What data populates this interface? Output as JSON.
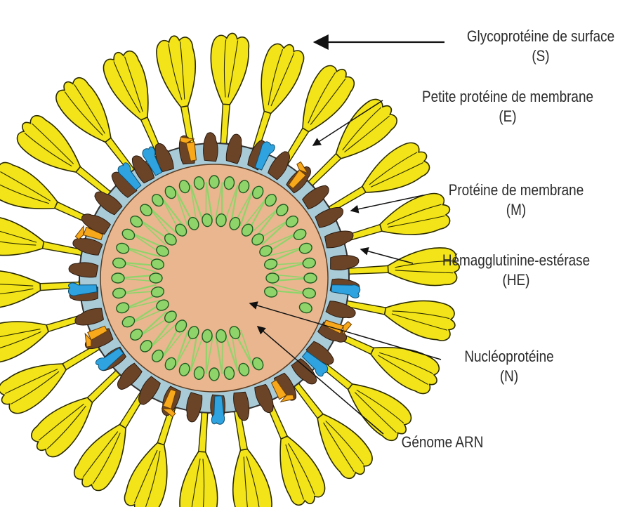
{
  "labels": {
    "spike": {
      "name": "Glycoprotéine de surface",
      "abbr": "(S)"
    },
    "envelope": {
      "name": "Petite protéine de membrane",
      "abbr": "(E)"
    },
    "membrane": {
      "name": "Protéine de membrane",
      "abbr": "(M)"
    },
    "he": {
      "name": "Hémagglutinine-estérase",
      "abbr": "(HE)"
    },
    "nucleo": {
      "name": "Nucléoprotéine",
      "abbr": "(N)"
    },
    "genome": {
      "name": "Génome ARN"
    }
  },
  "colors": {
    "spike": "#f2e418",
    "spike_outline": "#2a2a00",
    "membrane_layer": "#a9cbd7",
    "m_protein": "#6b4428",
    "e_protein": "#f7a81b",
    "he_protein": "#2ea3e0",
    "core": "#e9b68f",
    "nucleoprotein": "#8fd46a",
    "nucleo_outline": "#1f5a1f",
    "text": "#2b2b2b"
  }
}
